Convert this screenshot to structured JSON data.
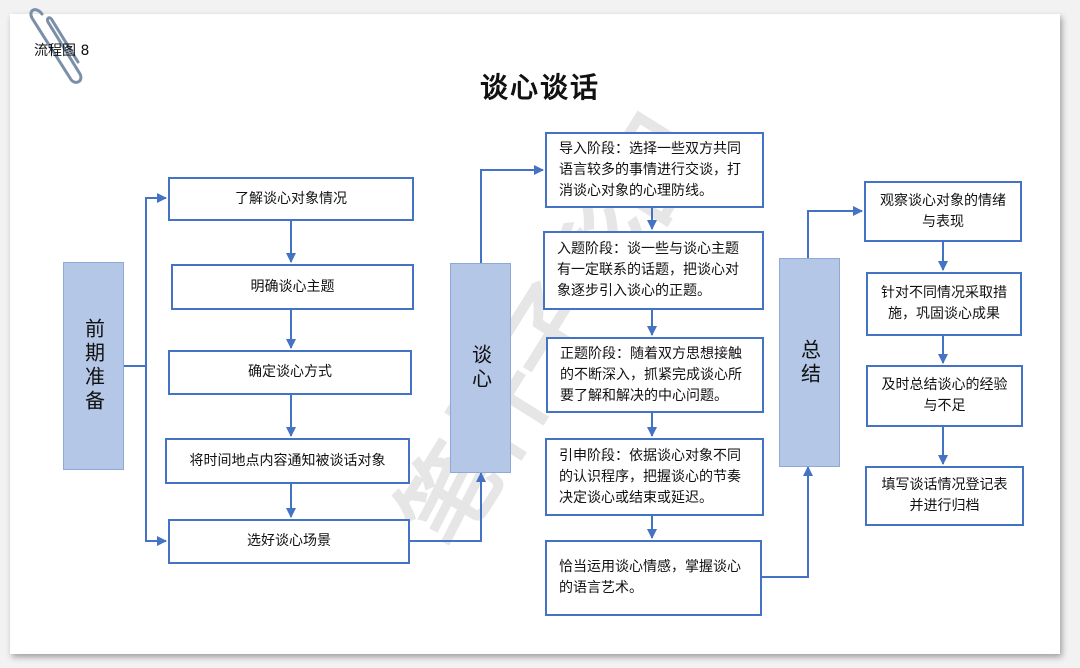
{
  "corner_tag": "流程图 8",
  "title": "谈心谈话",
  "watermark": "笔杆子彩图",
  "colors": {
    "box_border": "#4472c4",
    "stage_fill": "#b4c7e7",
    "arrow": "#4472c4"
  },
  "columns": {
    "prep": {
      "label": "前期准备",
      "steps": [
        "了解谈心对象情况",
        "明确谈心主题",
        "确定谈心方式",
        "将时间地点内容通知被谈话对象",
        "选好谈心场景"
      ]
    },
    "talk": {
      "label": "谈心",
      "steps": [
        "导入阶段：选择一些双方共同语言较多的事情进行交谈，打消谈心对象的心理防线。",
        "入题阶段：谈一些与谈心主题有一定联系的话题，把谈心对象逐步引入谈心的正题。",
        "正题阶段：随着双方思想接触的不断深入，抓紧完成谈心所要了解和解决的中心问题。",
        "引申阶段：依据谈心对象不同的认识程序，把握谈心的节奏决定谈心或结束或延迟。",
        "恰当运用谈心情感，掌握谈心的语言艺术。"
      ]
    },
    "summary": {
      "label": "总结",
      "steps": [
        "观察谈心对象的情绪与表现",
        "针对不同情况采取措施，巩固谈心成果",
        "及时总结谈心的经验与不足",
        "填写谈话情况登记表并进行归档"
      ]
    }
  }
}
